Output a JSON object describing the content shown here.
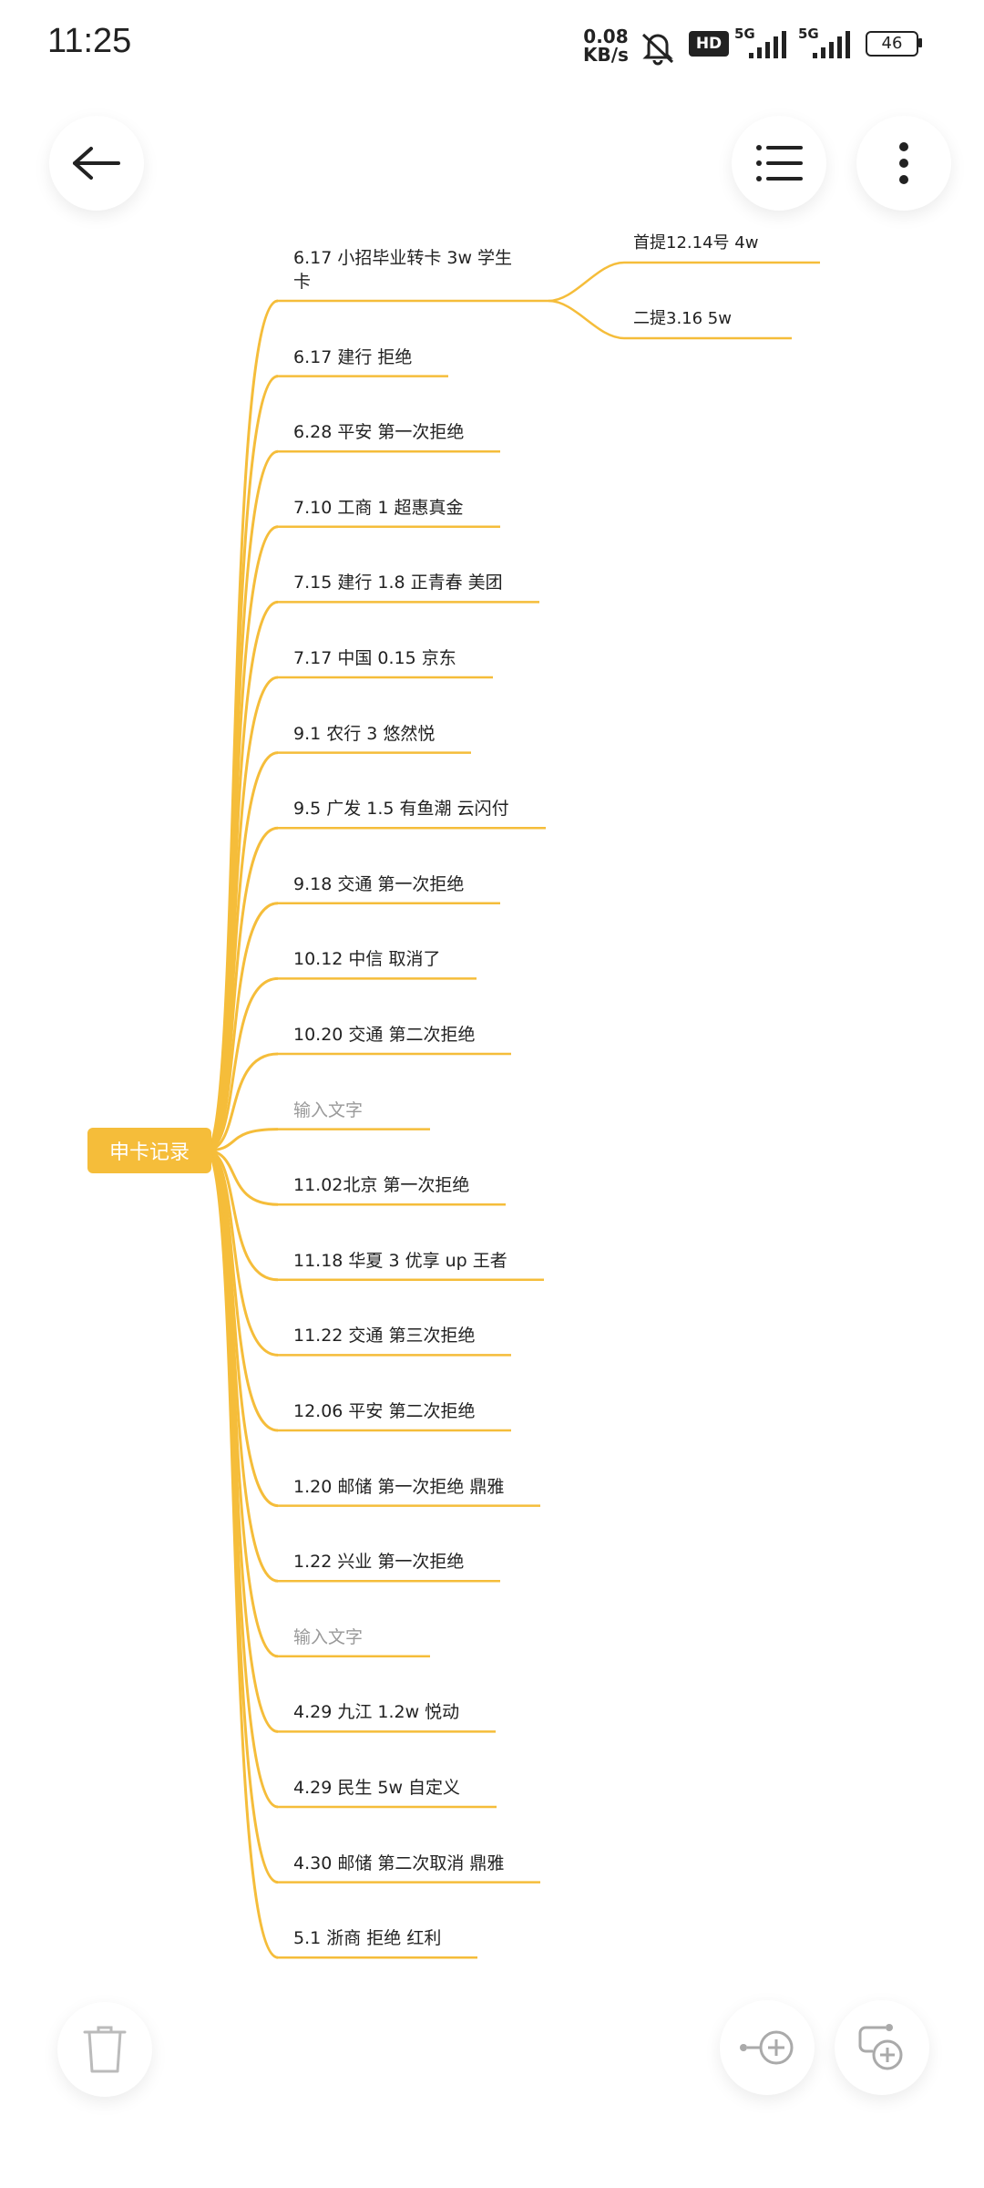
{
  "status_bar": {
    "time": "11:25",
    "net_speed_value": "0.08",
    "net_speed_unit": "KB/s",
    "hd_label": "HD",
    "signal1_label": "5G",
    "signal2_label": "5G",
    "battery": "46",
    "icons": [
      "mute-bell-icon",
      "hd-icon",
      "signal-5g-icon",
      "signal-5g-icon",
      "battery-icon"
    ]
  },
  "toolbar": {
    "back_icon": "arrow-left-icon",
    "outline_icon": "list-icon",
    "more_icon": "more-vertical-icon"
  },
  "mindmap": {
    "root": "申卡记录",
    "line_color": "#f5bd3a",
    "nodes": [
      {
        "text": "6.17 小招毕业转卡 3w 学生\n卡",
        "children": [
          "首提12.14号 4w",
          "二提3.16 5w"
        ]
      },
      {
        "text": "6.17  建行 拒绝"
      },
      {
        "text": "6.28 平安 第一次拒绝"
      },
      {
        "text": "7.10 工商 1 超惠真金"
      },
      {
        "text": "7.15 建行 1.8 正青春 美团"
      },
      {
        "text": "7.17  中国 0.15 京东"
      },
      {
        "text": "9.1 农行 3 悠然悦"
      },
      {
        "text": "9.5 广发 1.5 有鱼潮 云闪付"
      },
      {
        "text": "9.18 交通 第一次拒绝"
      },
      {
        "text": "10.12 中信  取消了"
      },
      {
        "text": "10.20 交通 第二次拒绝"
      },
      {
        "text": "输入文字",
        "placeholder": true
      },
      {
        "text": "11.02北京 第一次拒绝"
      },
      {
        "text": "11.18 华夏 3 优享 up 王者"
      },
      {
        "text": "11.22 交通 第三次拒绝"
      },
      {
        "text": "12.06 平安 第二次拒绝"
      },
      {
        "text": "1.20 邮储 第一次拒绝 鼎雅"
      },
      {
        "text": "1.22 兴业 第一次拒绝"
      },
      {
        "text": "输入文字",
        "placeholder": true
      },
      {
        "text": "4.29 九江 1.2w 悦动"
      },
      {
        "text": "4.29 民生 5w 自定义"
      },
      {
        "text": "4.30 邮储 第二次取消 鼎雅"
      },
      {
        "text": "5.1 浙商 拒绝 红利"
      }
    ]
  },
  "bottom_bar": {
    "delete_icon": "trash-icon",
    "add_child_icon": "add-child-node-icon",
    "add_sibling_icon": "add-sibling-node-icon"
  }
}
